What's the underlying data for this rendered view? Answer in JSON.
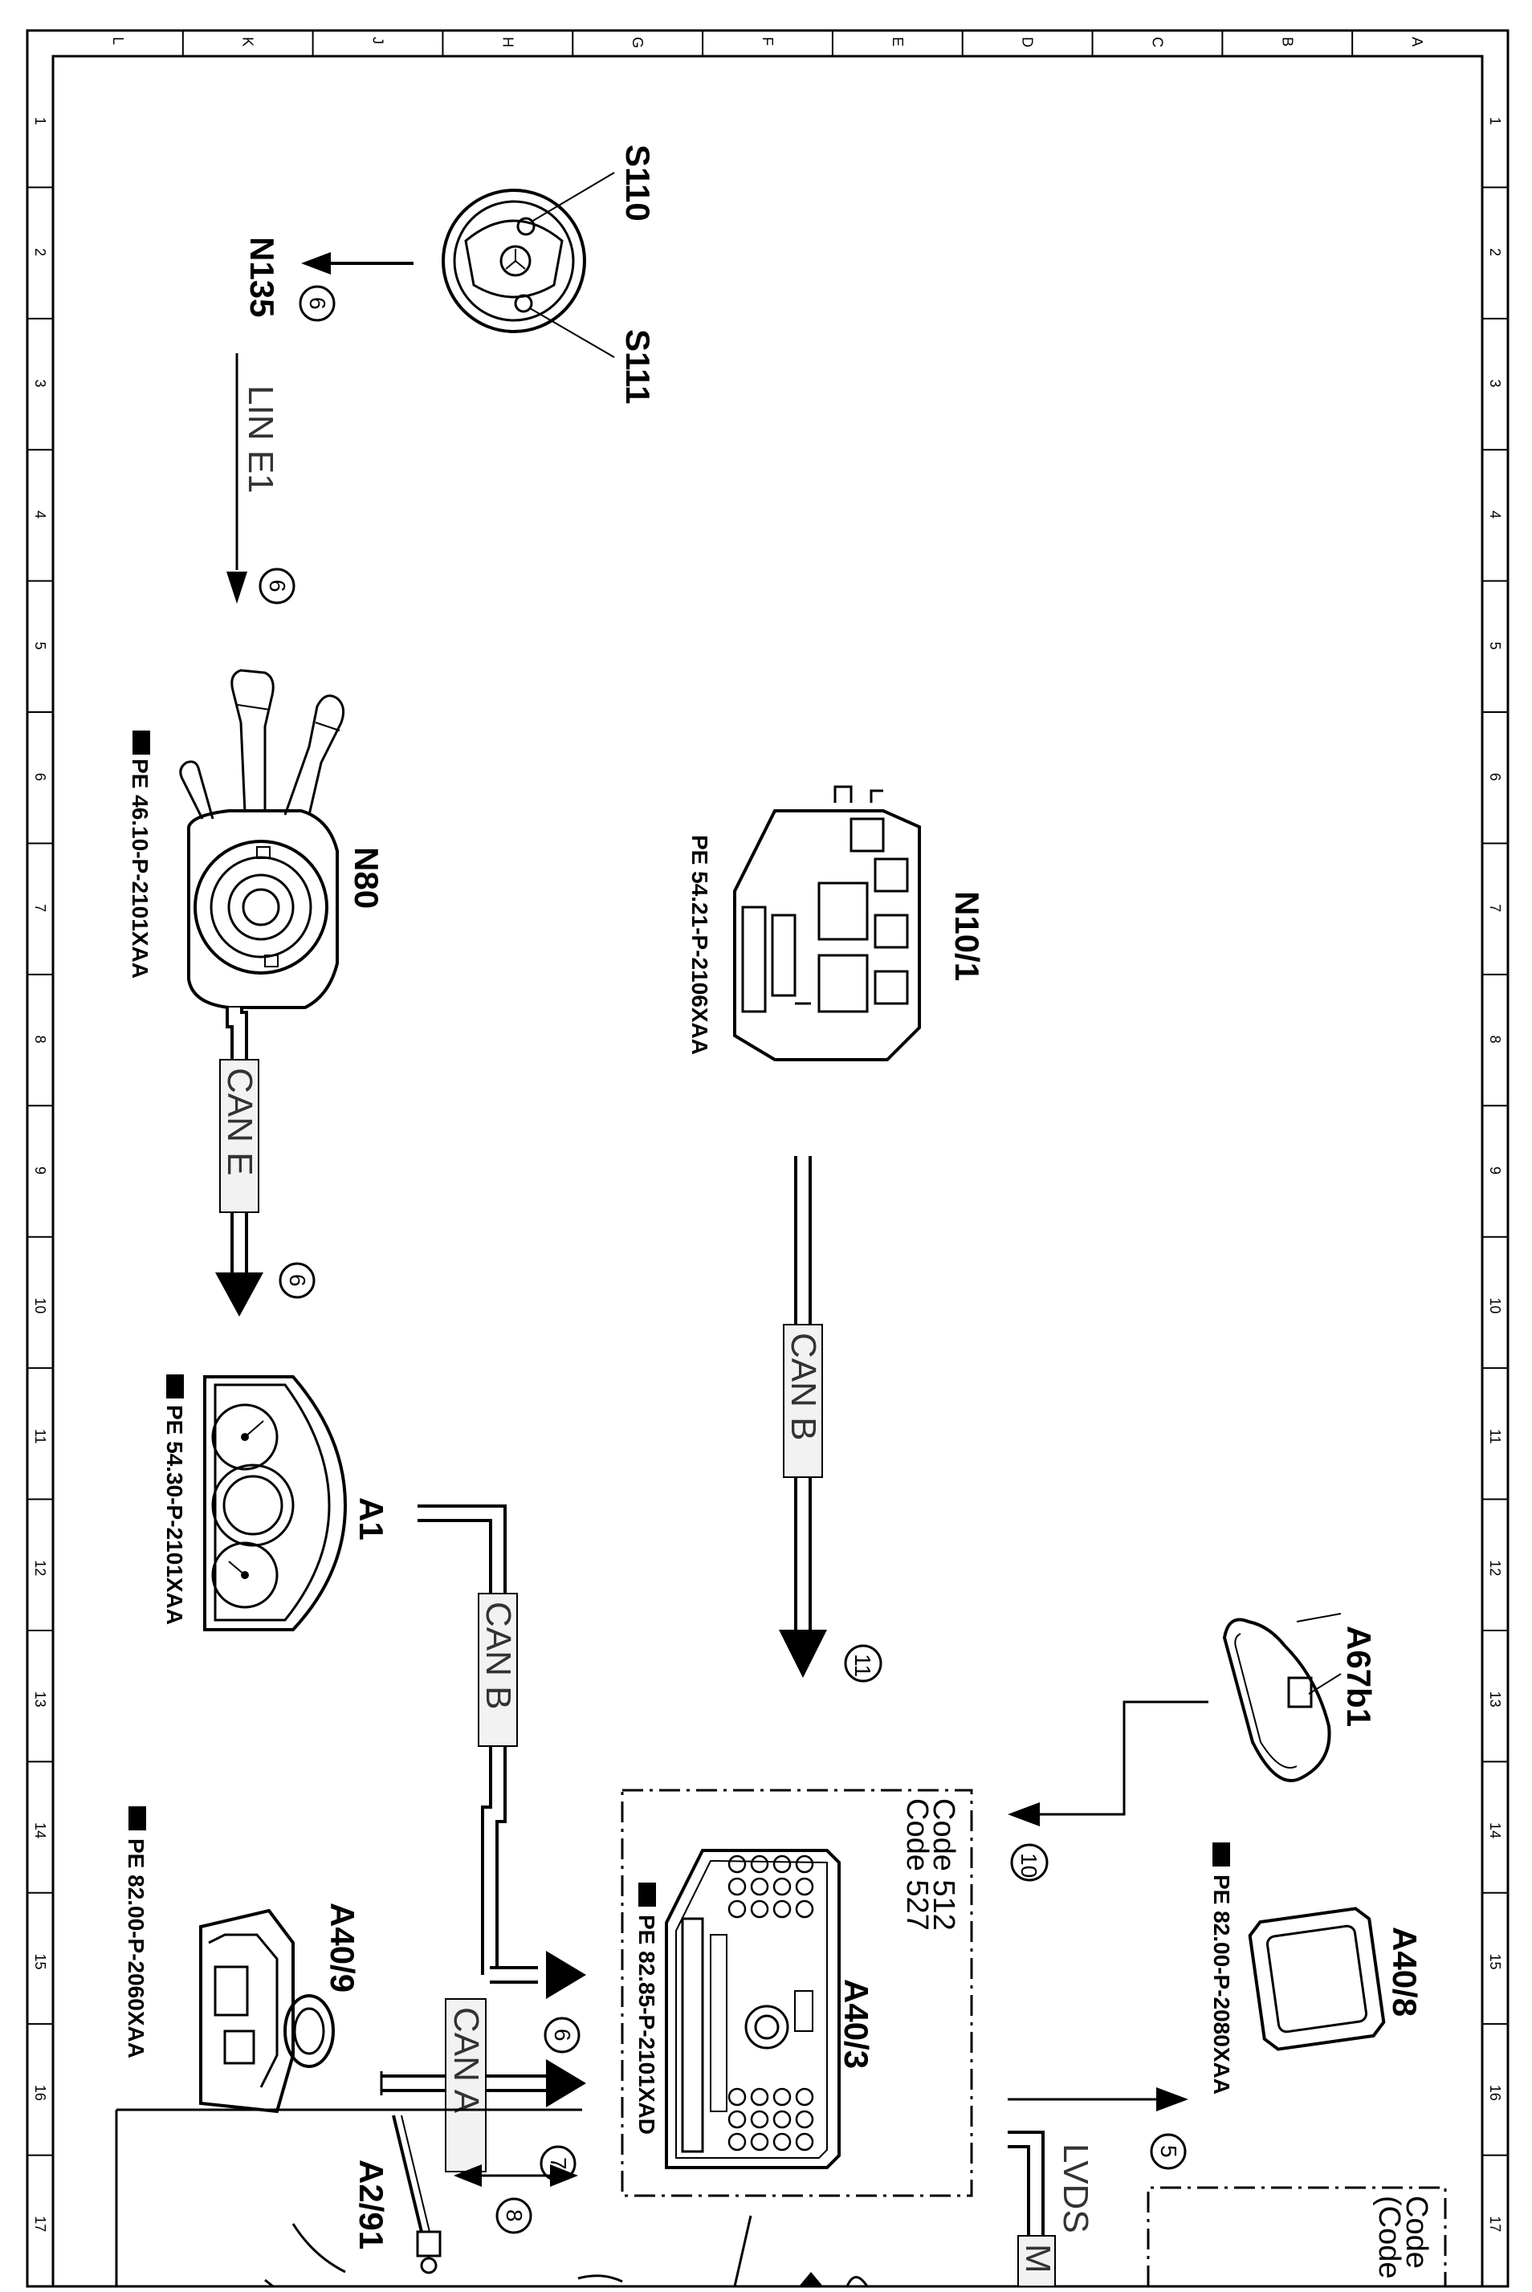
{
  "grid": {
    "columns": [
      "L",
      "K",
      "J",
      "H",
      "G",
      "F",
      "E",
      "D",
      "C",
      "B",
      "A"
    ],
    "rows": [
      "1",
      "2",
      "3",
      "4",
      "5",
      "6",
      "7",
      "8",
      "9",
      "10",
      "11",
      "12",
      "13",
      "14",
      "15",
      "16",
      "17"
    ]
  },
  "components": {
    "s110": "S110",
    "s111": "S111",
    "n135": "N135",
    "n80": "N80",
    "n80_ref": "PE 46.10-P-2101XAA",
    "n10_1": "N10/1",
    "n10_1_ref": "PE 54.21-P-2106XAA",
    "a1": "A1",
    "a1_ref": "PE 54.30-P-2101XAA",
    "a67b1": "A67b1",
    "a40_8": "A40/8",
    "a40_8_ref": "PE 82.00-P-2080XAA",
    "a40_3": "A40/3",
    "a40_3_ref": "PE 82.85-P-2101XAD",
    "a40_9": "A40/9",
    "a40_9_ref": "PE 82.00-P-2060XAA",
    "a2_91": "A2/91"
  },
  "buses": {
    "lin_e1": "LIN E1",
    "can_e": "CAN E",
    "can_b_center": "CAN B",
    "can_b_left": "CAN B",
    "can_a": "CAN A",
    "lvds": "LVDS",
    "most": "M"
  },
  "codes": {
    "code_512": "Code 512",
    "code_527": "Code 527",
    "code_right_1": "Code",
    "code_right_2": "(Code"
  },
  "markers": {
    "m6a": "6",
    "m6b": "6",
    "m6c": "6",
    "m6d": "6",
    "m11": "11",
    "m10": "10",
    "m5": "5",
    "m7": "7",
    "m8": "8"
  },
  "colors": {
    "ink": "#000000",
    "paper": "#ffffff",
    "bus_fill": "#f2f2f2"
  }
}
